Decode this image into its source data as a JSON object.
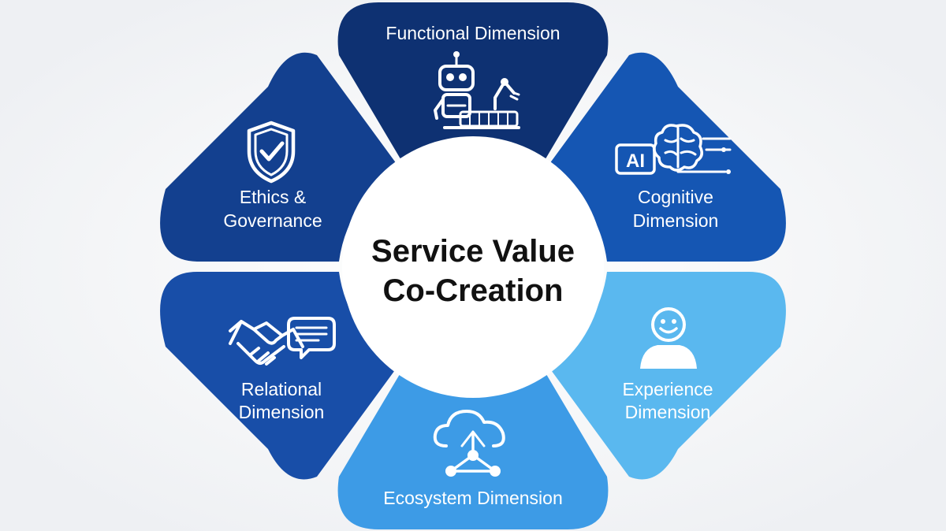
{
  "center": {
    "line1": "Service Value",
    "line2": "Co-Creation"
  },
  "segments": [
    {
      "id": "functional",
      "label_lines": [
        "Functional Dimension"
      ],
      "icon": "robot-arm-icon",
      "color": "#0e3172"
    },
    {
      "id": "cognitive",
      "label_lines": [
        "Cognitive",
        "Dimension"
      ],
      "icon": "ai-brain-icon",
      "color": "#1556b3"
    },
    {
      "id": "experience",
      "label_lines": [
        "Experience",
        "Dimension"
      ],
      "icon": "smiley-user-icon",
      "color": "#5ab8ef"
    },
    {
      "id": "ecosystem",
      "label_lines": [
        "Ecosystem Dimension"
      ],
      "icon": "cloud-network-icon",
      "color": "#3d9be6"
    },
    {
      "id": "relational",
      "label_lines": [
        "Relational",
        "Dimension"
      ],
      "icon": "handshake-chat-icon",
      "color": "#184ea8"
    },
    {
      "id": "ethics",
      "label_lines": [
        "Ethics &",
        "Governance"
      ],
      "icon": "shield-check-icon",
      "color": "#13408f"
    }
  ],
  "ai_badge": "AI"
}
